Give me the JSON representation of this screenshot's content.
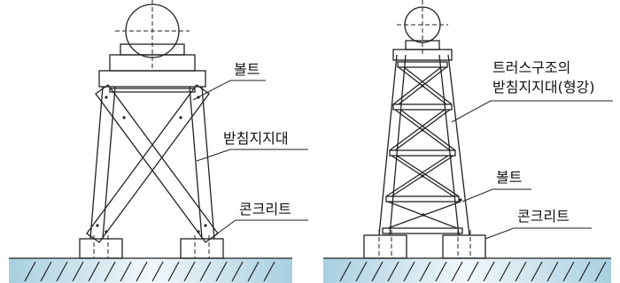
{
  "diagram": {
    "left": {
      "labels": {
        "bolt": "볼트",
        "support": "받침지지대",
        "concrete": "콘크리트"
      }
    },
    "right": {
      "labels": {
        "truss_line1": "트러스구조의",
        "truss_line2": "받침지지대(형강)",
        "bolt": "볼트",
        "concrete": "콘크리트"
      }
    },
    "colors": {
      "ground_light": "#f2f8fb",
      "ground_dark": "#a8cfe0",
      "line": "#222222",
      "fill": "#ffffff"
    }
  }
}
